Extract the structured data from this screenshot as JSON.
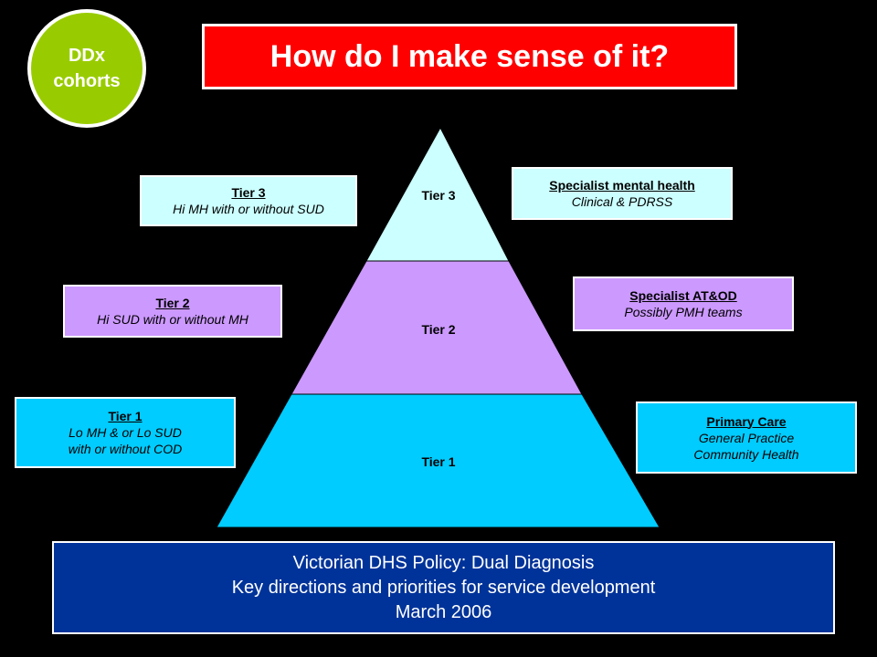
{
  "badge": {
    "line1": "DDx",
    "line2": "cohorts"
  },
  "title": "How do I make sense of it?",
  "pyramid": {
    "tiers": [
      {
        "label": "Tier 3",
        "color": "#ccffff"
      },
      {
        "label": "Tier 2",
        "color": "#cc99ff"
      },
      {
        "label": "Tier 1",
        "color": "#00ccff"
      }
    ]
  },
  "left_boxes": {
    "tier3": {
      "heading": "Tier 3",
      "lines": [
        "Hi MH with or without SUD"
      ]
    },
    "tier2": {
      "heading": "Tier 2",
      "lines": [
        "Hi SUD with or without MH"
      ]
    },
    "tier1": {
      "heading": "Tier 1",
      "lines": [
        "Lo MH & or Lo SUD",
        "with or without COD"
      ]
    }
  },
  "right_boxes": {
    "specialist_mh": {
      "heading": "Specialist mental health",
      "lines": [
        "Clinical & PDRSS"
      ]
    },
    "specialist_atod": {
      "heading": "Specialist AT&OD",
      "lines": [
        "Possibly PMH teams"
      ]
    },
    "primary_care": {
      "heading": "Primary Care",
      "lines": [
        "General Practice",
        "Community Health"
      ]
    }
  },
  "footer": {
    "line1": "Victorian DHS Policy: Dual Diagnosis",
    "line2": "Key directions and priorities for service development",
    "line3": "March 2006"
  },
  "colors": {
    "badge": "#99cc00",
    "title": "#ff0000",
    "footer": "#003399"
  }
}
